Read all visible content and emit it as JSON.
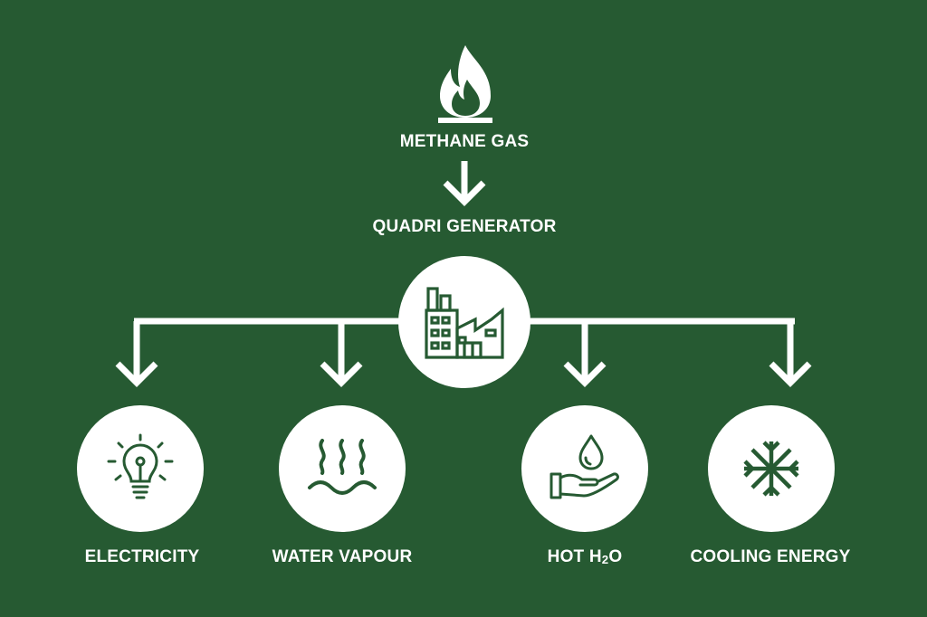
{
  "source": {
    "label": "METHANE GAS",
    "icon": "flame-icon"
  },
  "generator": {
    "label": "QUADRI GENERATOR",
    "icon": "factory-icon"
  },
  "outputs": [
    {
      "label": "ELECTRICITY",
      "icon": "lightbulb-icon"
    },
    {
      "label": "WATER VAPOUR",
      "icon": "steam-icon"
    },
    {
      "label_main": "HOT H",
      "label_sub": "2",
      "label_end": "O",
      "icon": "hand-water-drop-icon"
    },
    {
      "label": "COOLING ENERGY",
      "icon": "snowflake-icon"
    }
  ],
  "colors": {
    "background": "#265a32",
    "foreground": "#ffffff",
    "icon": "#265a32"
  }
}
